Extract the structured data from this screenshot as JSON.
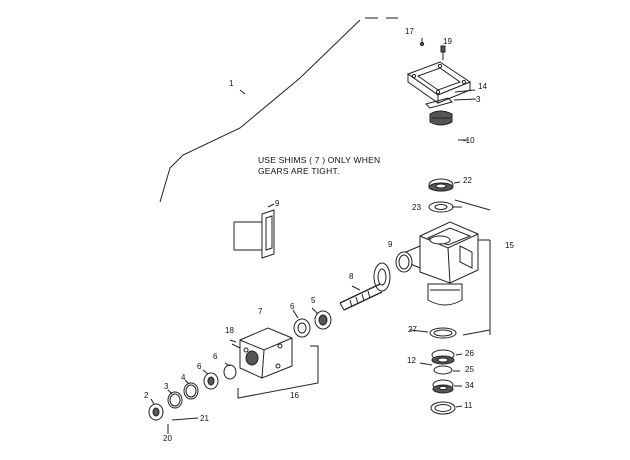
{
  "note": {
    "line1": "USE SHIMS ( 7 ) ONLY WHEN",
    "line2": "GEARS ARE TIGHT."
  },
  "callouts": {
    "c1": "1",
    "c2": "2",
    "c3": "3",
    "c4": "4",
    "c5": "5",
    "c6a": "6",
    "c6b": "6",
    "c7": "7",
    "c8": "8",
    "c9a": "9",
    "c9b": "9",
    "c10": "-10",
    "c11": "11",
    "c12": "12",
    "c14": "14",
    "c15": "15",
    "c16": "16",
    "c17": "17",
    "c18": "18",
    "c19": "19",
    "c20": "20",
    "c21": "21",
    "c22": "22",
    "c23": "23",
    "c25": "25",
    "c26": "26",
    "c27": "27",
    "c34": "34"
  }
}
